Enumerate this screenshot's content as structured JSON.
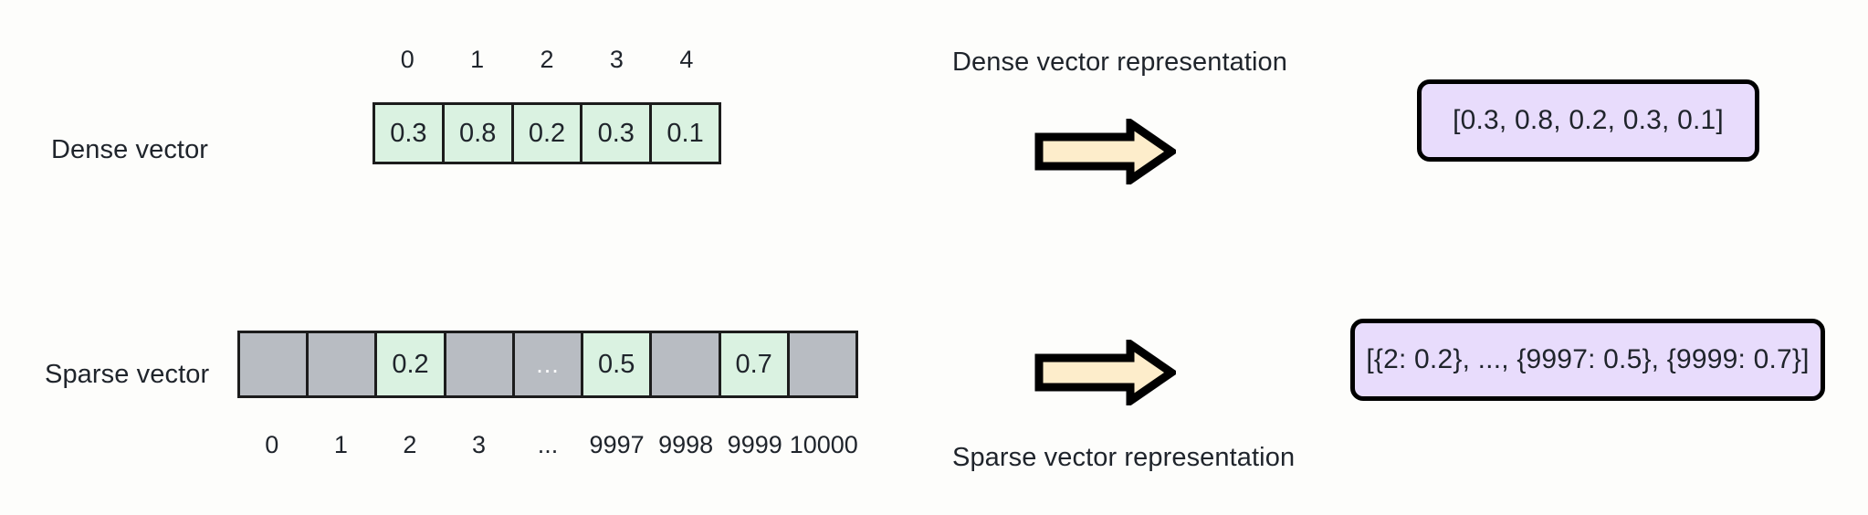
{
  "diagram": {
    "title_semantic": "dense-vs-sparse-vector-representation",
    "colors": {
      "background": "#fdfdfb",
      "filled_cell": "#daf2e1",
      "empty_cell": "#b8bcc2",
      "cell_border": "#1c1c1c",
      "arrow_fill": "#fdedcb",
      "arrow_stroke": "#000000",
      "result_fill": "#e8dcfc",
      "result_stroke": "#000000",
      "text": "#1f242b"
    }
  },
  "dense": {
    "row_label": "Dense vector",
    "indices": [
      "0",
      "1",
      "2",
      "3",
      "4"
    ],
    "cells": [
      {
        "value": "0.3",
        "state": "filled"
      },
      {
        "value": "0.8",
        "state": "filled"
      },
      {
        "value": "0.2",
        "state": "filled"
      },
      {
        "value": "0.3",
        "state": "filled"
      },
      {
        "value": "0.1",
        "state": "filled"
      }
    ],
    "caption": "Dense vector representation",
    "result": "[0.3, 0.8, 0.2, 0.3, 0.1]"
  },
  "sparse": {
    "row_label": "Sparse vector",
    "indices": [
      "0",
      "1",
      "2",
      "3",
      "...",
      "9997",
      "9998",
      "9999",
      "10000"
    ],
    "cells": [
      {
        "value": "",
        "state": "empty"
      },
      {
        "value": "",
        "state": "empty"
      },
      {
        "value": "0.2",
        "state": "filled"
      },
      {
        "value": "",
        "state": "empty"
      },
      {
        "value": "...",
        "state": "ellipsis"
      },
      {
        "value": "0.5",
        "state": "filled"
      },
      {
        "value": "",
        "state": "empty"
      },
      {
        "value": "0.7",
        "state": "filled"
      },
      {
        "value": "",
        "state": "empty"
      }
    ],
    "caption": "Sparse vector representation",
    "result": "[{2: 0.2}, ..., {9997: 0.5}, {9999: 0.7}]"
  }
}
